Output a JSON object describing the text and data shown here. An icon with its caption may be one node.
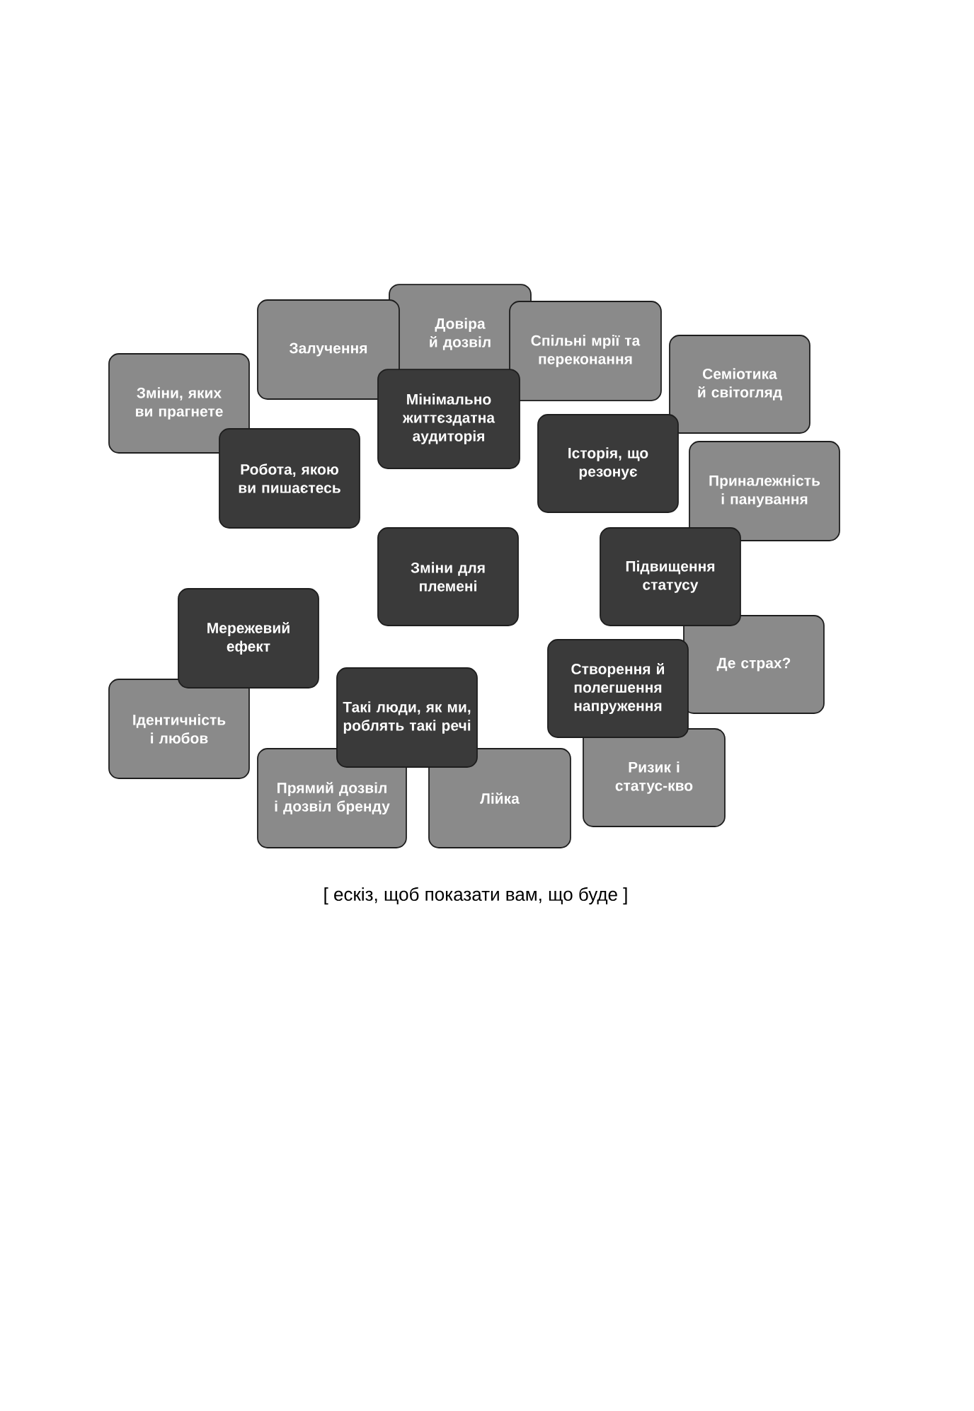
{
  "diagram": {
    "caption": "[ ескіз, щоб показати вам, що буде ]",
    "nodes": [
      {
        "text": [
          "Залучення"
        ]
      },
      {
        "text": [
          "Довіра й дозвіл"
        ]
      },
      {
        "text": [
          "Спільні мрії та переконання"
        ]
      },
      {
        "text": [
          "Зміни, яких ви прагнете"
        ]
      },
      {
        "text": [
          "Семіотика й світогляд"
        ]
      },
      {
        "text": [
          "Мінімально життєздатна аудиторія"
        ]
      },
      {
        "text": [
          "Робота, якою ви пишаєтесь"
        ]
      },
      {
        "text": [
          "Історія, що резонує"
        ]
      },
      {
        "text": [
          "Приналежність і панування"
        ]
      },
      {
        "text": [
          "Зміни для племені"
        ]
      },
      {
        "text": [
          "Підвищення статусу"
        ]
      },
      {
        "text": [
          "Мережевий ефект"
        ]
      },
      {
        "text": [
          "Де страх?"
        ]
      },
      {
        "text": [
          "Ідентичність і любов"
        ]
      },
      {
        "text": [
          "Створення й полегшення напруження"
        ]
      },
      {
        "text": [
          "Такі люди, як ми, роблять такі речі"
        ]
      },
      {
        "text": [
          "Прямий дозвіл і дозвіл бренду"
        ]
      },
      {
        "text": [
          "Лійка"
        ]
      },
      {
        "text": [
          "Ризик і статус-кво"
        ]
      }
    ]
  }
}
